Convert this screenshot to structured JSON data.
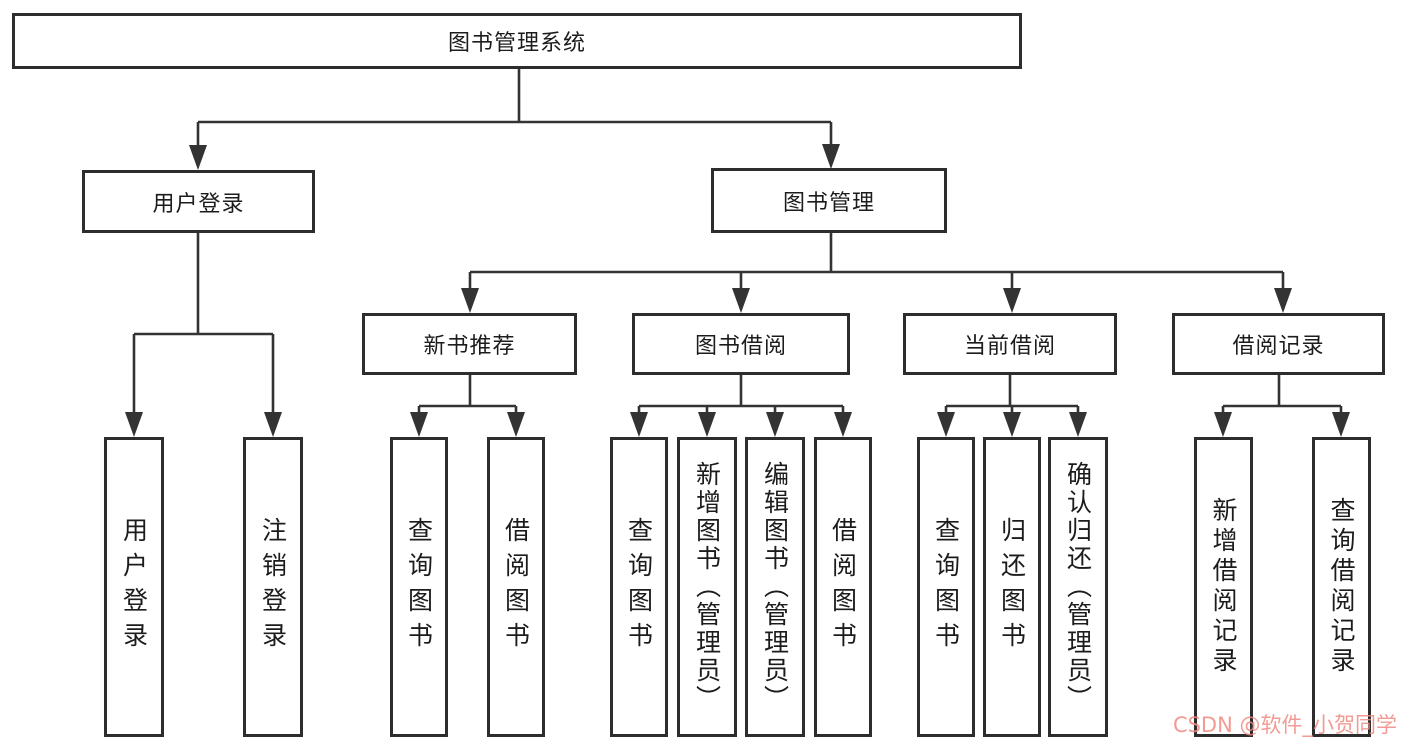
{
  "colors": {
    "line": "#333333",
    "watermark": "#ef8a82"
  },
  "tree": {
    "root": {
      "label": "图书管理系统"
    },
    "branches": [
      {
        "label": "用户登录",
        "children": [
          {
            "label": "用户登录"
          },
          {
            "label": "注销登录"
          }
        ]
      },
      {
        "label": "图书管理",
        "children": [
          {
            "label": "新书推荐",
            "children": [
              {
                "label": "查询图书"
              },
              {
                "label": "借阅图书"
              }
            ]
          },
          {
            "label": "图书借阅",
            "children": [
              {
                "label": "查询图书"
              },
              {
                "label": "新增图书（管理员）"
              },
              {
                "label": "编辑图书（管理员）"
              },
              {
                "label": "借阅图书"
              }
            ]
          },
          {
            "label": "当前借阅",
            "children": [
              {
                "label": "查询图书"
              },
              {
                "label": "归还图书"
              },
              {
                "label": "确认归还（管理员）"
              }
            ]
          },
          {
            "label": "借阅记录",
            "children": [
              {
                "label": "新增借阅记录"
              },
              {
                "label": "查询借阅记录"
              }
            ]
          }
        ]
      }
    ]
  },
  "watermark": {
    "text": "CSDN @软件_小贺同学"
  }
}
